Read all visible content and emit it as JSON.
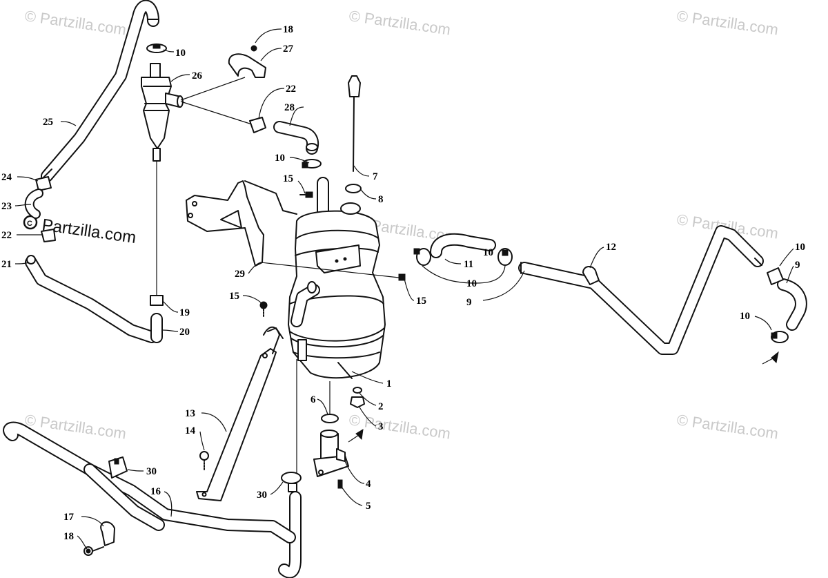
{
  "watermarks": {
    "text": "© Partzilla.com",
    "overlay_text": "Partzilla.com"
  },
  "callouts": [
    "18",
    "10",
    "27",
    "26",
    "22",
    "28",
    "25",
    "10",
    "24",
    "23",
    "22",
    "21",
    "15",
    "7",
    "8",
    "29",
    "15",
    "15",
    "19",
    "20",
    "12",
    "10",
    "9",
    "10",
    "11",
    "10",
    "9",
    "10",
    "1",
    "6",
    "2",
    "3",
    "13",
    "14",
    "4",
    "30",
    "5",
    "30",
    "16",
    "17",
    "18"
  ]
}
